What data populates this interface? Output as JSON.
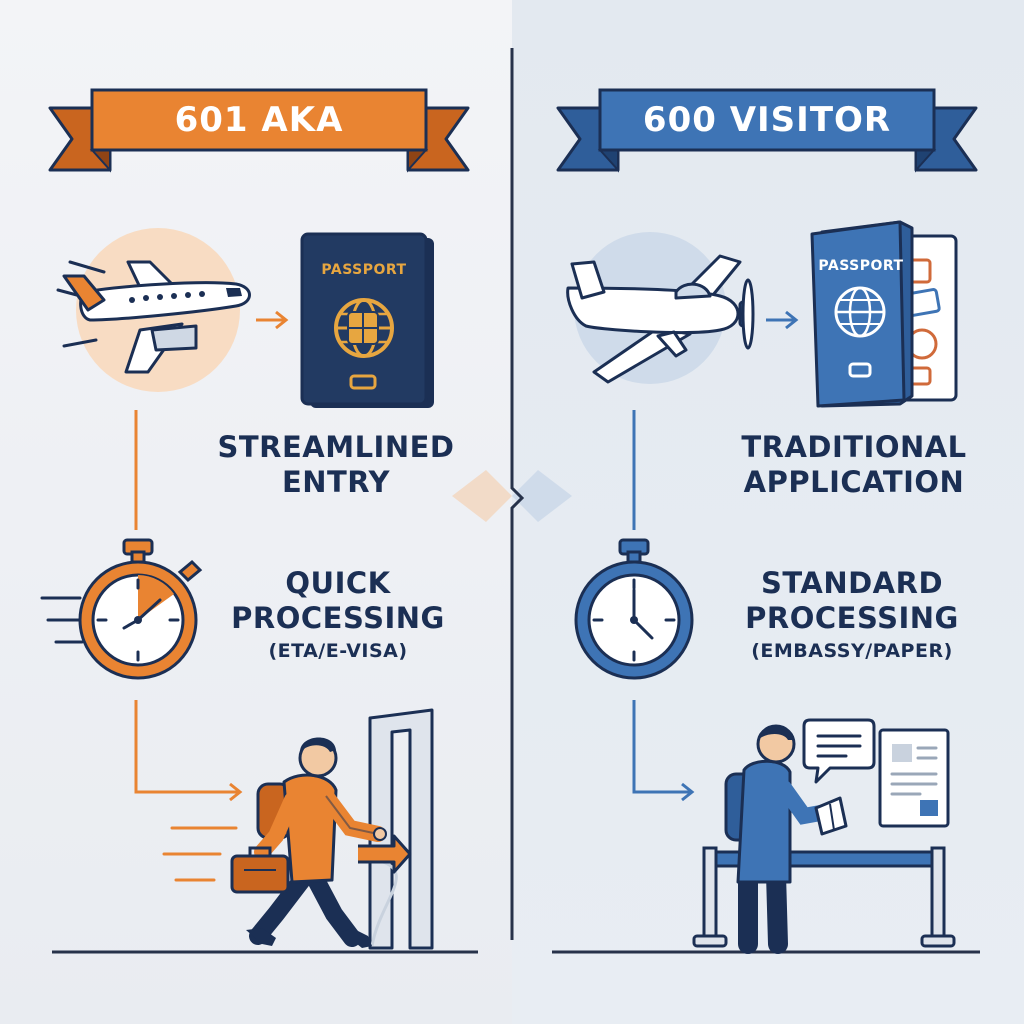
{
  "colors": {
    "orange": "#e98432",
    "orange_dark": "#b5561b",
    "blue": "#3e74b5",
    "blue_dark": "#254d83",
    "navy": "#1b2f54",
    "passport_navy": "#223a62",
    "gold": "#e7a640"
  },
  "left": {
    "banner": "601 AKA",
    "passport_label": "PASSPORT",
    "entry_title_line1": "STREAMLINED",
    "entry_title_line2": "ENTRY",
    "processing_line1": "QUICK",
    "processing_line2": "PROCESSING",
    "processing_note": "(ETA/E-VISA)",
    "icons": [
      "jet-airplane-icon",
      "passport-icon",
      "stopwatch-icon",
      "traveler-walking-icon",
      "arrival-gate-icon"
    ]
  },
  "right": {
    "banner": "600 VISITOR",
    "passport_label": "PASSPORT",
    "entry_title_line1": "TRADITIONAL",
    "entry_title_line2": "APPLICATION",
    "processing_line1": "STANDARD",
    "processing_line2": "PROCESSING",
    "processing_note": "(EMBASSY/PAPER)",
    "icons": [
      "propeller-plane-icon",
      "stamped-passport-icon",
      "stopwatch-icon",
      "traveler-reading-icon",
      "queue-barrier-icon",
      "speech-bubble-icon",
      "application-form-icon"
    ]
  }
}
